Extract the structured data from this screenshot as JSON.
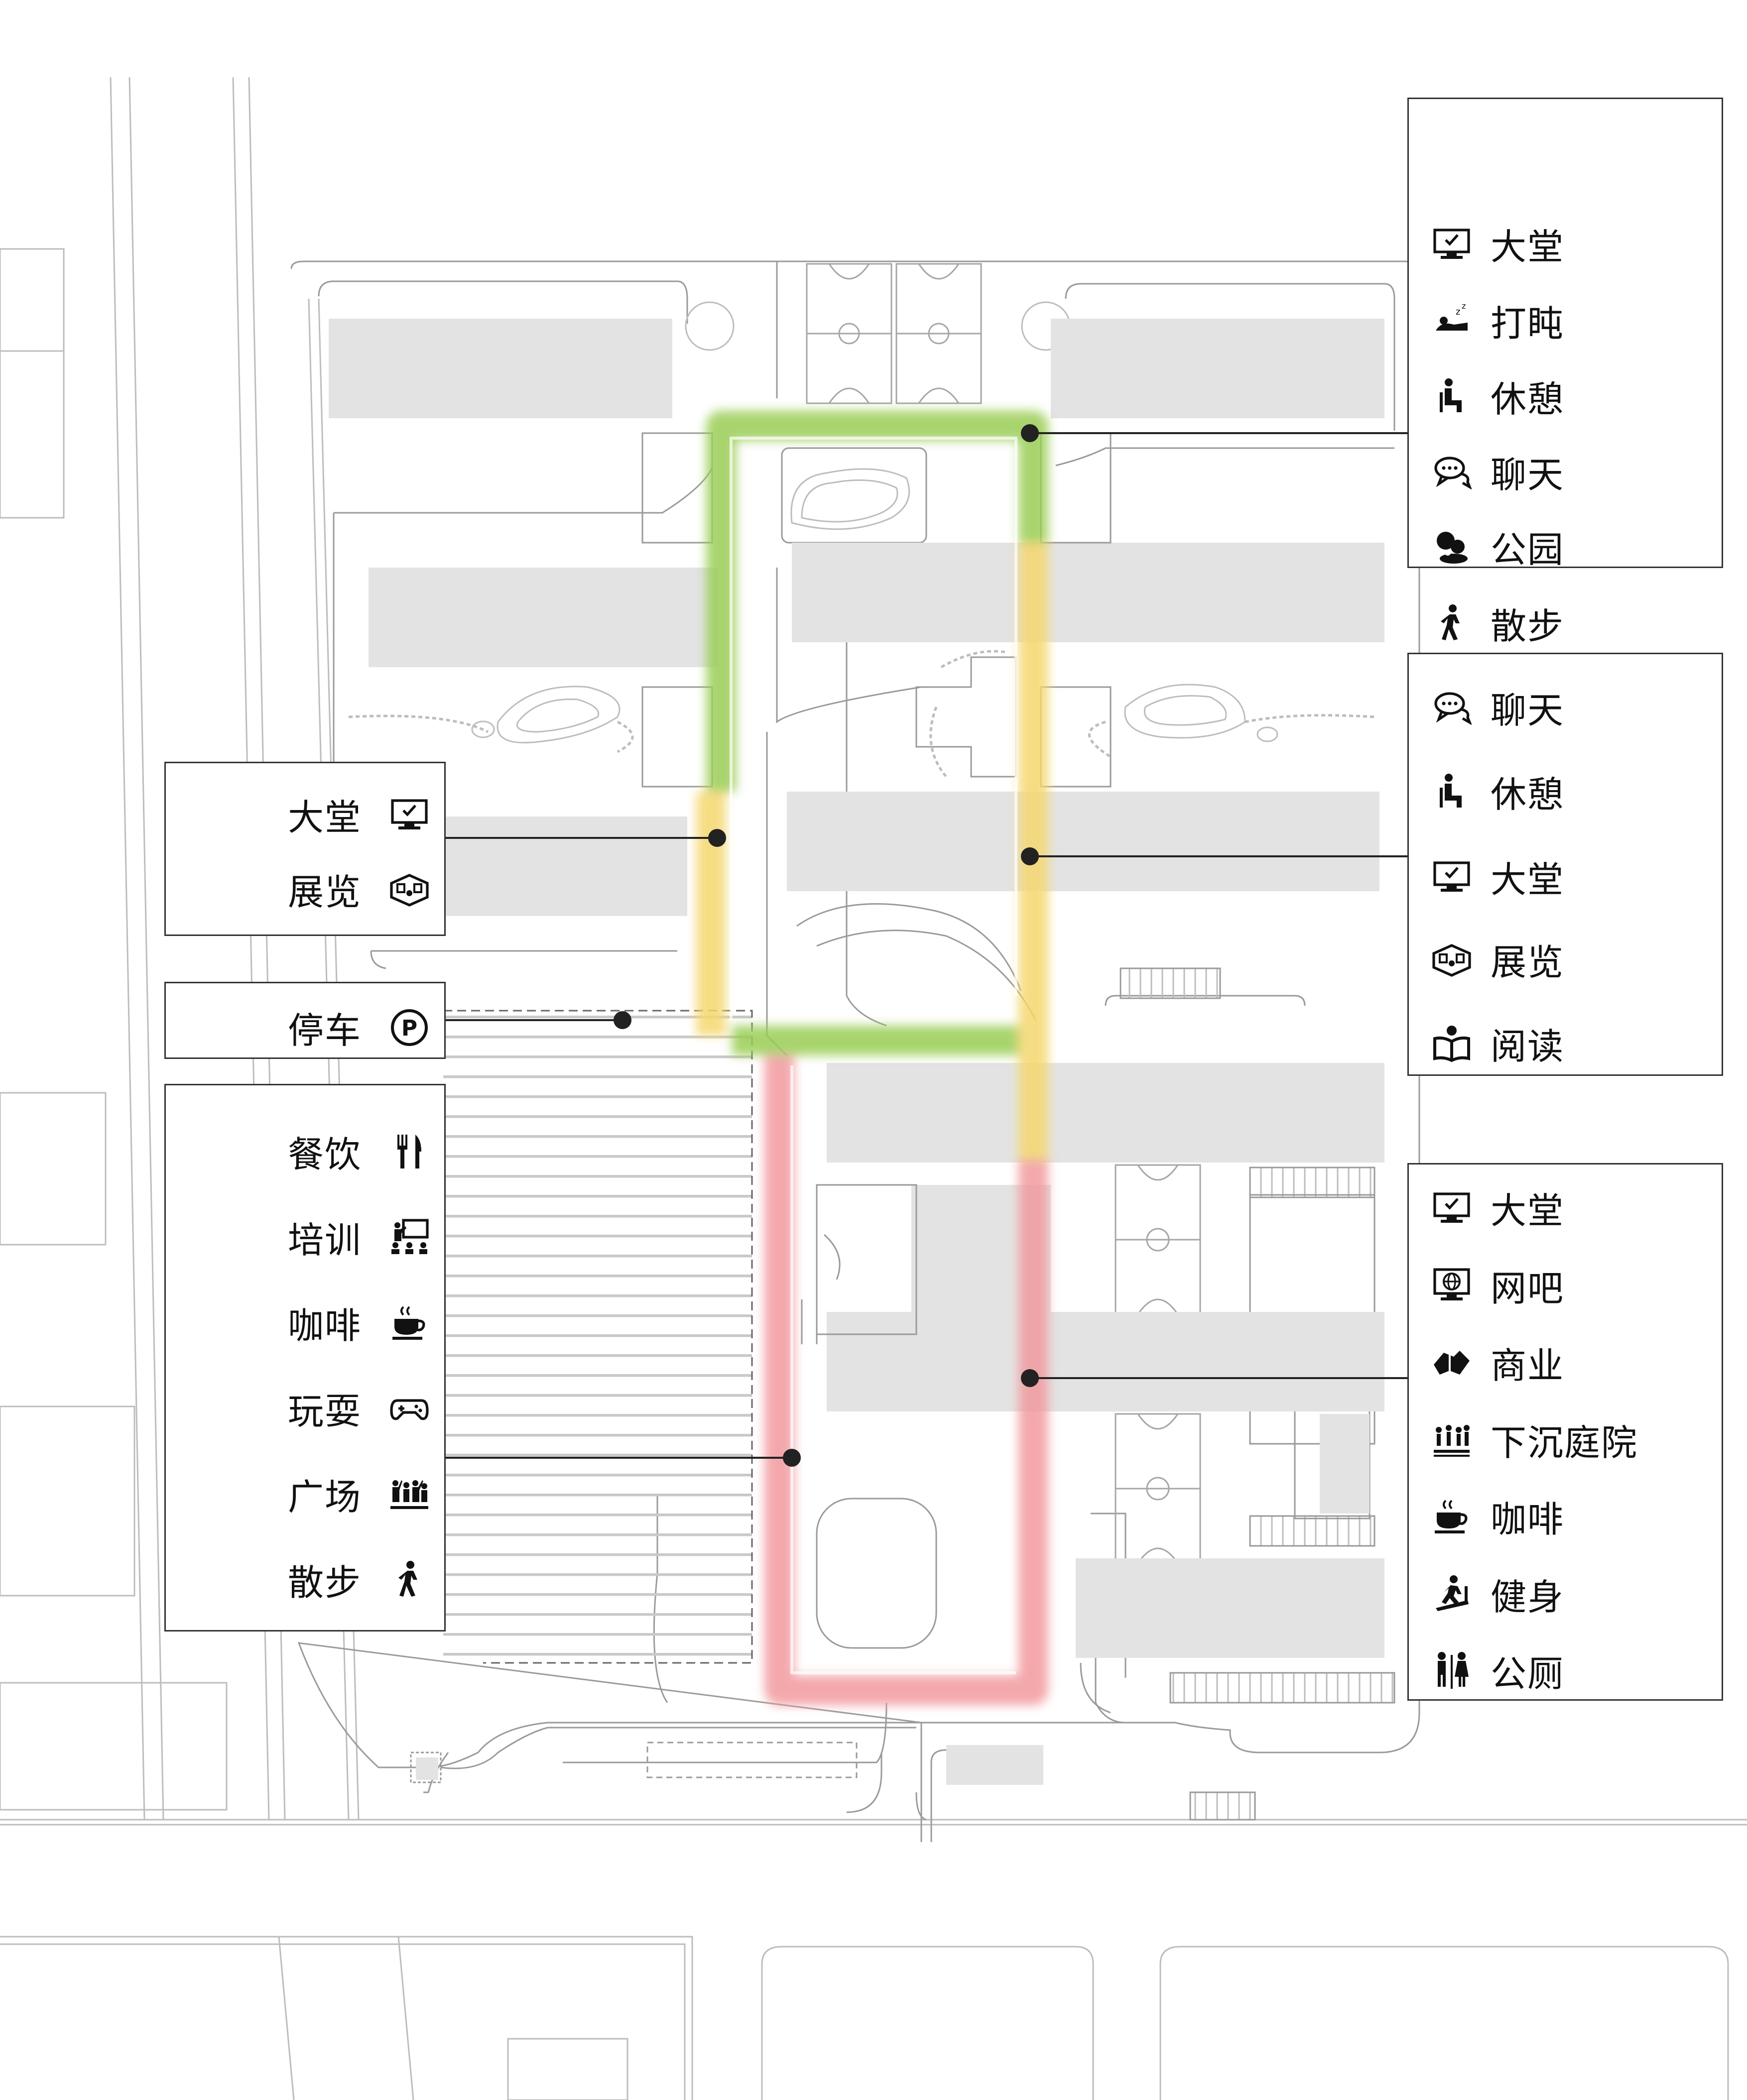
{
  "legends": {
    "top_right": {
      "items": [
        {
          "label": "大堂",
          "icon": "check-in-monitor-icon"
        },
        {
          "label": "打盹",
          "icon": "nap-icon"
        },
        {
          "label": "休憩",
          "icon": "seated-person-icon"
        },
        {
          "label": "聊天",
          "icon": "chat-bubbles-icon"
        },
        {
          "label": "公园",
          "icon": "park-tree-icon"
        },
        {
          "label": "散步",
          "icon": "walking-person-icon"
        }
      ]
    },
    "mid_right": {
      "items": [
        {
          "label": "聊天",
          "icon": "chat-bubbles-icon"
        },
        {
          "label": "休憩",
          "icon": "seated-person-icon"
        },
        {
          "label": "大堂",
          "icon": "check-in-monitor-icon"
        },
        {
          "label": "展览",
          "icon": "exhibition-icon"
        },
        {
          "label": "阅读",
          "icon": "reading-icon"
        }
      ]
    },
    "bottom_right": {
      "items": [
        {
          "label": "大堂",
          "icon": "check-in-monitor-icon"
        },
        {
          "label": "网吧",
          "icon": "internet-globe-icon"
        },
        {
          "label": "商业",
          "icon": "commerce-icon"
        },
        {
          "label": "下沉庭院",
          "icon": "sunken-courtyard-icon"
        },
        {
          "label": "咖啡",
          "icon": "coffee-cup-icon"
        },
        {
          "label": "健身",
          "icon": "treadmill-icon"
        },
        {
          "label": "公厕",
          "icon": "restroom-icon"
        }
      ]
    },
    "left_upper": {
      "items": [
        {
          "label": "大堂",
          "icon": "check-in-monitor-icon"
        },
        {
          "label": "展览",
          "icon": "exhibition-icon"
        }
      ]
    },
    "left_parking": {
      "items": [
        {
          "label": "停车",
          "icon": "parking-icon"
        }
      ]
    },
    "left_lower": {
      "items": [
        {
          "label": "餐饮",
          "icon": "fork-knife-icon"
        },
        {
          "label": "培训",
          "icon": "training-board-icon"
        },
        {
          "label": "咖啡",
          "icon": "coffee-cup-icon"
        },
        {
          "label": "玩耍",
          "icon": "gamepad-icon"
        },
        {
          "label": "广场",
          "icon": "plaza-crowd-icon"
        },
        {
          "label": "散步",
          "icon": "walking-person-icon"
        }
      ]
    }
  },
  "colors": {
    "green_route": "#9acd55",
    "yellow_route": "#f5d76e",
    "red_route": "#f29a9e",
    "building": "#e3e3e3",
    "line": "#9a9a9a"
  }
}
